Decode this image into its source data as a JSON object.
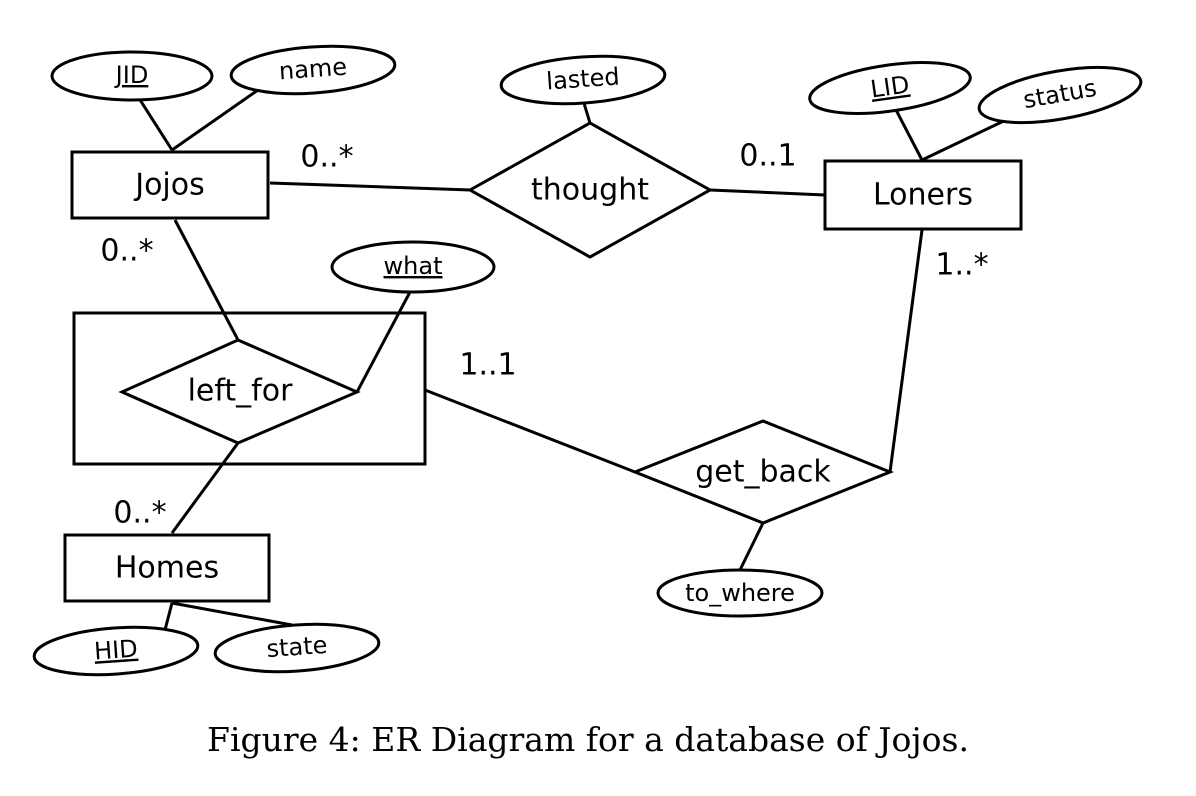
{
  "entities": {
    "jojos": "Jojos",
    "loners": "Loners",
    "homes": "Homes"
  },
  "relationships": {
    "thought": "thought",
    "left_for": "left_for",
    "get_back": "get_back"
  },
  "attributes": {
    "jid": "JID",
    "name": "name",
    "lasted": "lasted",
    "lid": "LID",
    "status": "status",
    "what": "what",
    "hid": "HID",
    "state": "state",
    "to_where": "to_where"
  },
  "cardinalities": {
    "jojos_thought": "0..*",
    "loners_thought": "0..1",
    "jojos_left_for": "0..*",
    "loners_get_back": "1..*",
    "aggregate_get_back": "1..1",
    "homes_left_for": "0..*"
  },
  "caption": "Figure 4: ER Diagram for a database of Jojos."
}
